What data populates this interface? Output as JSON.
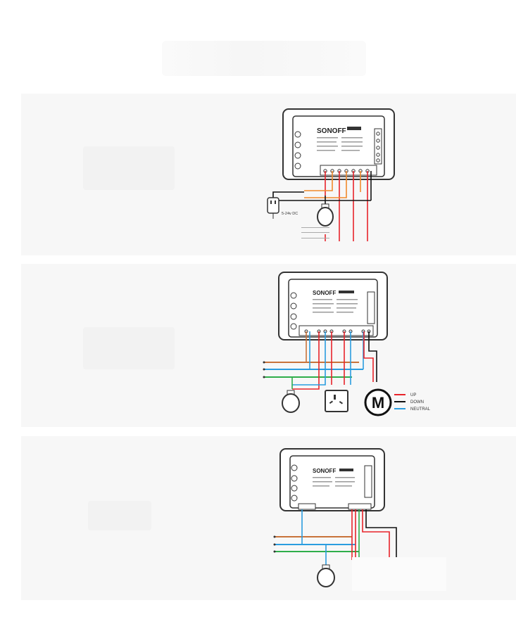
{
  "diagram1": {
    "brand": "SONOFF",
    "power_label": "5-24v DC"
  },
  "diagram2": {
    "brand": "SONOFF",
    "motor_symbol": "M",
    "legend": [
      {
        "label": "UP",
        "color": "#e8232a"
      },
      {
        "label": "DOWN",
        "color": "#111111"
      },
      {
        "label": "NEUTRAL",
        "color": "#2a9de0"
      }
    ]
  },
  "diagram3": {
    "brand": "SONOFF"
  },
  "colors": {
    "live": "#c8733a",
    "neutral": "#2a9de0",
    "earth": "#2fae4a",
    "red": "#e8232a",
    "black": "#111111",
    "orange": "#f08a2c",
    "panel": "#f7f7f7"
  }
}
